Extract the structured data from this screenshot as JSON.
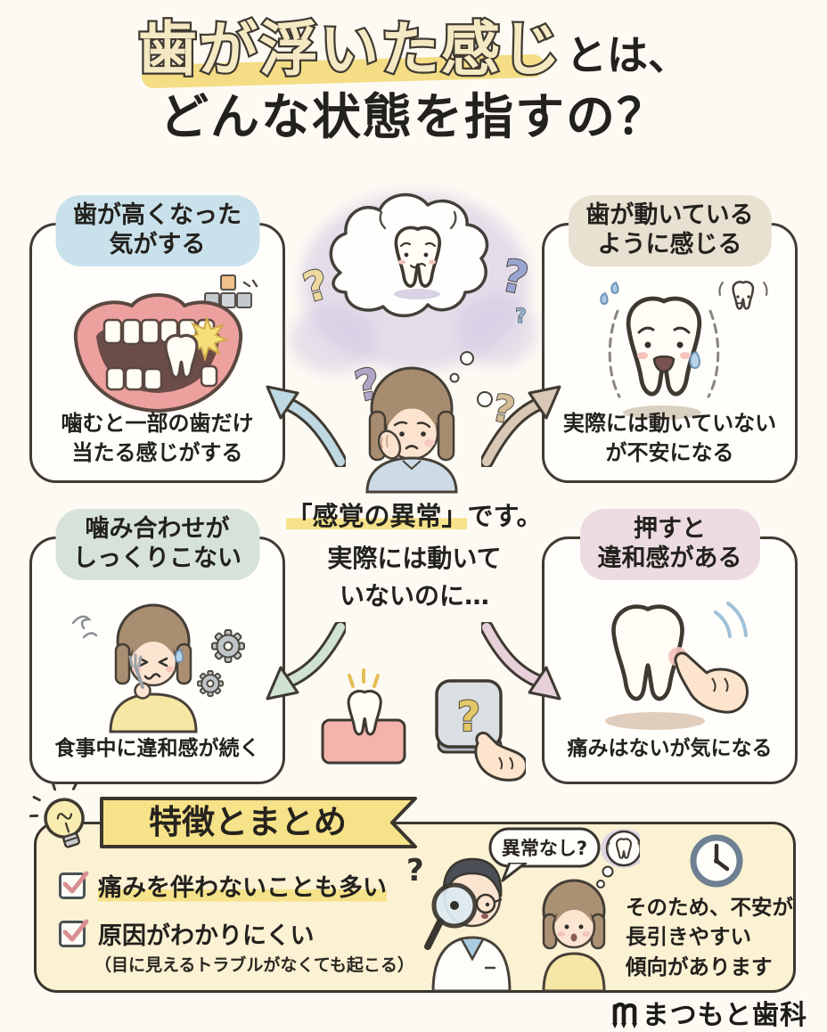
{
  "colors": {
    "page_bg": "#fdfaf3",
    "ink": "#3f3a31",
    "title_fill": "#f5e9c3",
    "title_highlight": "#f3d979",
    "pill_blue": "#c9e1eb",
    "pill_beige": "#e8e0d1",
    "pill_green": "#d7e3d9",
    "pill_pink": "#ecdce2",
    "arrow_blue": "#bed9e2",
    "arrow_tan": "#d9c8b5",
    "arrow_green": "#cfe2d3",
    "arrow_pink": "#e7d0da",
    "summary_bg": "#fbf1d3",
    "banner_yellow": "#f6e288",
    "check_red": "#d98f93"
  },
  "title": {
    "highlight": "歯が浮いた感じ",
    "suffix": "とは、",
    "line2": "どんな状態を指すの？"
  },
  "center": {
    "statement_bracket": "「感覚の異常」",
    "statement_suffix": "です。",
    "sub_line1": "実際には動いて",
    "sub_line2": "いないのに…",
    "qmark": "?"
  },
  "boxes": [
    {
      "header_line1": "歯が高くなった",
      "header_line2": "気がする",
      "caption_line1": "噛むと一部の歯だけ",
      "caption_line2": "当たる感じがする",
      "pill_color": "#c9e1eb"
    },
    {
      "header_line1": "歯が動いている",
      "header_line2": "ように感じる",
      "caption_line1": "実際には動いていない",
      "caption_line2": "が不安になる",
      "pill_color": "#e8e0d1"
    },
    {
      "header_line1": "噛み合わせが",
      "header_line2": "しっくりこない",
      "caption_line1": "食事中に違和感が続く",
      "caption_line2": "",
      "pill_color": "#d7e3d9"
    },
    {
      "header_line1": "押すと",
      "header_line2": "違和感がある",
      "caption_line1": "痛みはないが気になる",
      "caption_line2": "",
      "pill_color": "#ecdce2"
    }
  ],
  "summary": {
    "banner": "特徴とまとめ",
    "item1": "痛みを伴わないことも多い",
    "item2": "原因がわかりにくい",
    "note": "（目に見えるトラブルがなくても起こる）",
    "speech_bubble": "異常なし?",
    "side_line1": "そのため、不安が",
    "side_line2": "長引きやすい",
    "side_line3": "傾向があります"
  },
  "footer": {
    "clinic_name": "まつもと歯科"
  },
  "icons": [
    "mouth",
    "building-blocks",
    "worried-tooth",
    "mini-tooth",
    "thought-cloud",
    "question-mark",
    "thinking-woman",
    "curved-arrow",
    "eating-woman",
    "gears",
    "tooth-press",
    "pointing-hand",
    "tooth-on-gum",
    "question-button",
    "lightbulb",
    "ribbon-banner",
    "checkbox",
    "dentist-magnifier",
    "patient",
    "speech-bubble",
    "thought-bubble",
    "clock",
    "clinic-logo-m"
  ]
}
